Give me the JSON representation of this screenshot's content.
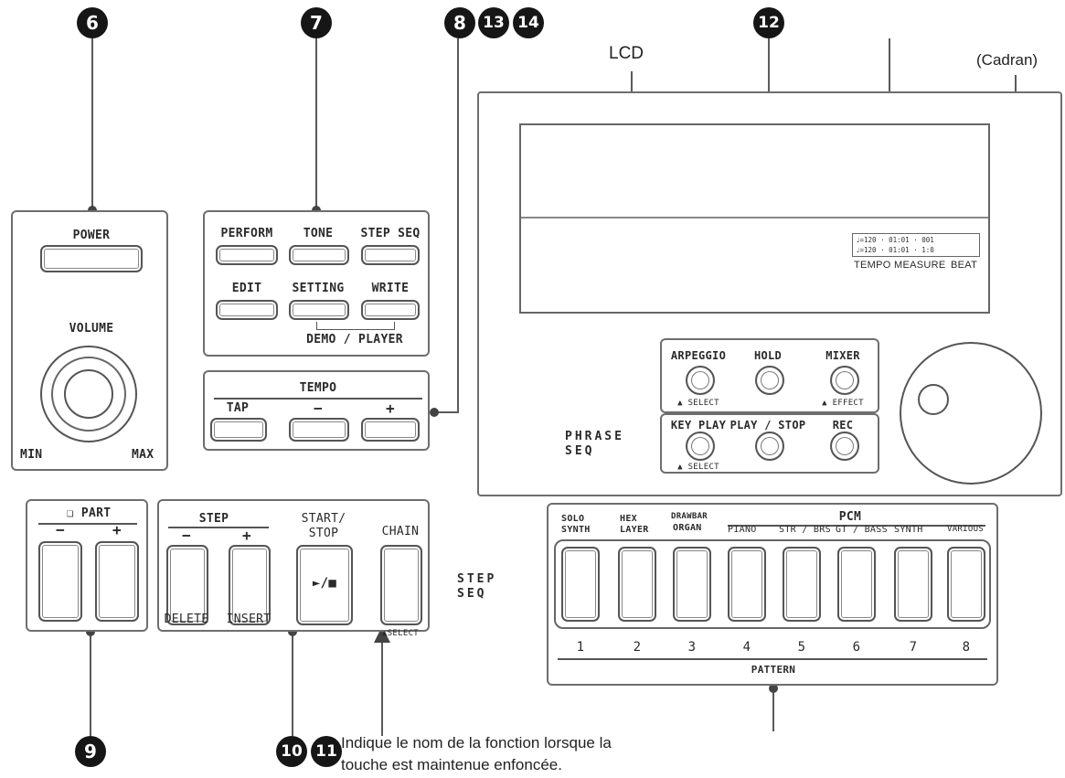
{
  "callouts": {
    "n6": "6",
    "n7": "7",
    "n8": "8",
    "n13": "13",
    "n14": "14",
    "n12": "12",
    "n9": "9",
    "n10": "10",
    "n11": "11"
  },
  "labels": {
    "lcd": "LCD",
    "cadran": "(Cadran)",
    "note": [
      "Indique le nom de la fonction lorsque la",
      "touche est maintenue enfoncée."
    ]
  },
  "power_panel": {
    "power": "POWER",
    "volume": "VOLUME",
    "min": "MIN",
    "max": "MAX"
  },
  "mode_panel": {
    "row1": [
      "PERFORM",
      "TONE",
      "STEP SEQ"
    ],
    "row2": [
      "EDIT",
      "SETTING",
      "WRITE"
    ],
    "demo": "DEMO / PLAYER"
  },
  "tempo_panel": {
    "title": "TEMPO",
    "tap": "TAP",
    "minus": "−",
    "plus": "+"
  },
  "display": {
    "readout_top": "♩=120 · 01:01 · 001",
    "readout_bottom": "♩=120 · 01:01 · 1:0",
    "tempo": "TEMPO",
    "measure": "MEASURE",
    "beat": "BEAT"
  },
  "phrase_panel": {
    "title": [
      "PHRASE",
      "SEQ"
    ],
    "arpeggio": "ARPEGGIO",
    "hold": "HOLD",
    "mixer": "MIXER",
    "select": "SELECT",
    "effect": "EFFECT",
    "keyplay": "KEY PLAY",
    "playstop": "PLAY / STOP",
    "rec": "REC",
    "select2": "SELECT"
  },
  "part_panel": {
    "title": "PART",
    "minus": "−",
    "plus": "+"
  },
  "step_panel": {
    "title": "STEP",
    "minus": "−",
    "plus": "+",
    "delete": "DELETE",
    "insert": "INSERT",
    "startstop": [
      "START/",
      "STOP"
    ],
    "play_symbol": "►/■",
    "chain": "CHAIN",
    "select": "SELECT"
  },
  "stepseq_label": [
    "STEP",
    "SEQ"
  ],
  "pattern_panel": {
    "pcm": "PCM",
    "categories": [
      [
        "SOLO",
        "SYNTH"
      ],
      [
        "HEX",
        "LAYER"
      ],
      [
        "DRAWBAR",
        "ORGAN"
      ],
      [
        "PIANO"
      ],
      [
        "STR / BRS"
      ],
      [
        "GT / BASS"
      ],
      [
        "SYNTH"
      ],
      [
        "VARIOUS"
      ]
    ],
    "numbers": [
      "1",
      "2",
      "3",
      "4",
      "5",
      "6",
      "7",
      "8"
    ],
    "pattern": "PATTERN"
  }
}
